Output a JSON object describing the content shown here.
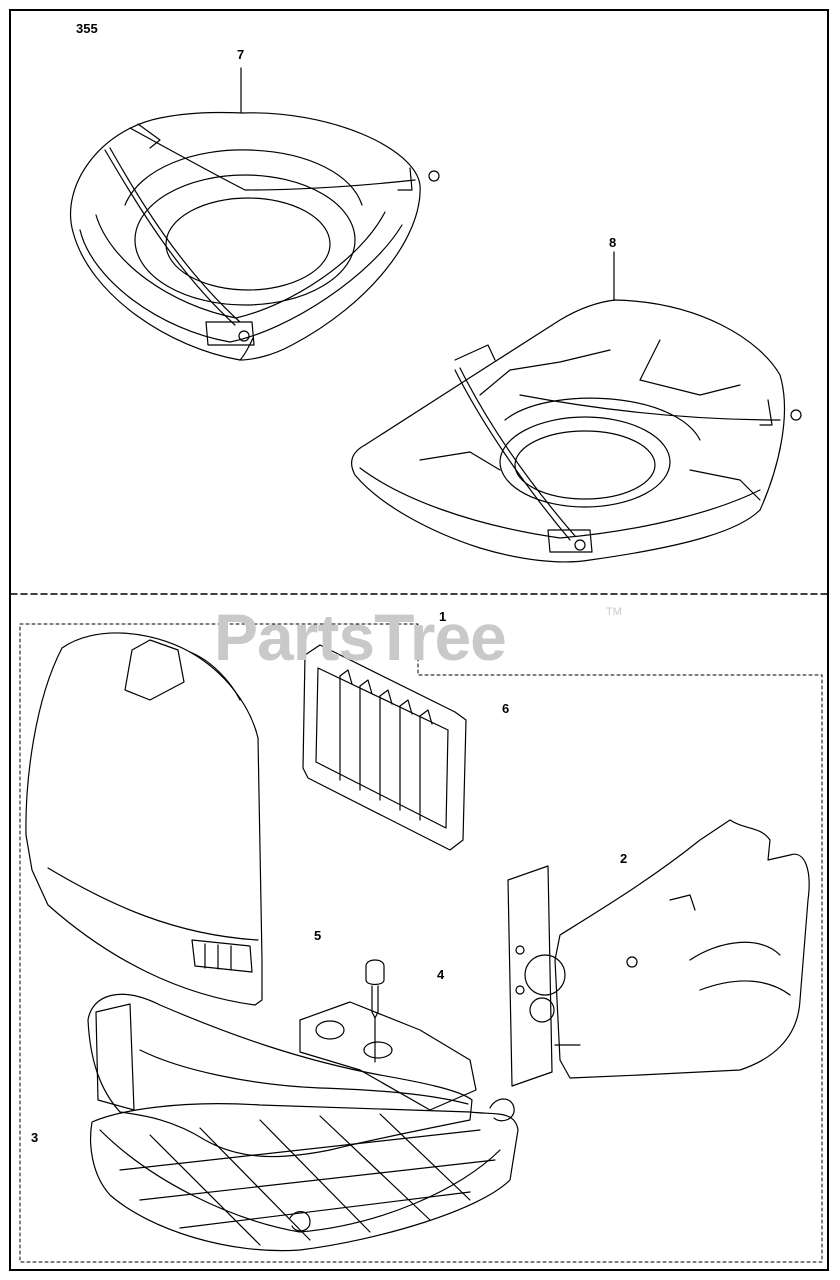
{
  "diagram_code": "355",
  "watermark": "PartsTree",
  "trademark": "TM",
  "callouts": {
    "c1": "1",
    "c2": "2",
    "c3": "3",
    "c4": "4",
    "c5": "5",
    "c6": "6",
    "c7": "7",
    "c8": "8"
  }
}
